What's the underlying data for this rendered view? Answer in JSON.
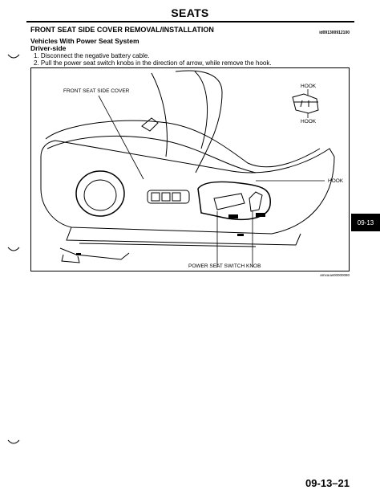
{
  "header": {
    "title": "SEATS"
  },
  "section": {
    "title": "FRONT SEAT SIDE COVER REMOVAL/INSTALLATION",
    "code": "id091300912100"
  },
  "procedure": {
    "subtitle": "Vehicles With Power Seat System",
    "subsubtitle": "Driver-side",
    "steps": [
      "1.  Disconnect the negative battery cable.",
      "2.  Pull the power seat switch knobs in the direction of arrow, while remove the hook."
    ]
  },
  "figure": {
    "labels": {
      "side_cover": "FRONT SEAT SIDE COVER",
      "hook_top": "HOOK",
      "hook_inset": "HOOK",
      "hook_right": "HOOK",
      "switch_knob": "POWER SEAT SWITCH KNOB"
    },
    "code": "amxuuw00000080"
  },
  "side_tab": "09-13",
  "page_number": "09-13–21"
}
